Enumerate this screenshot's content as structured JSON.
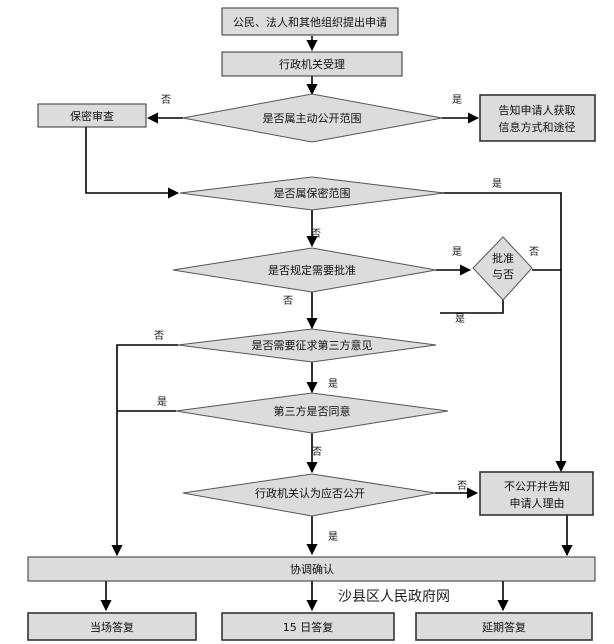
{
  "nodes": {
    "apply": "公民、法人和其他组织提出申请",
    "accept": "行政机关受理",
    "q_active": "是否属主动公开范围",
    "confidential_review": "保密审查",
    "notify_way_1": "告知申请人获取",
    "notify_way_2": "信息方式和途径",
    "q_confidential": "是否属保密范围",
    "q_approval": "是否规定需要批准",
    "approve_1": "批准",
    "approve_2": "与否",
    "q_third_party": "是否需要征求第三方意见",
    "q_third_agree": "第三方是否同意",
    "q_disclose": "行政机关认为应否公开",
    "refuse_1": "不公开并告知",
    "refuse_2": "申请人理由",
    "coordinate": "协调确认",
    "reply_now": "当场答复",
    "reply_15": "15 日答复",
    "reply_extend": "延期答复"
  },
  "labels": {
    "yes": "是",
    "no": "否"
  },
  "watermark": "沙县区人民政府网",
  "colors": {
    "box_fill": "#dcdcdc",
    "line": "#000000"
  }
}
